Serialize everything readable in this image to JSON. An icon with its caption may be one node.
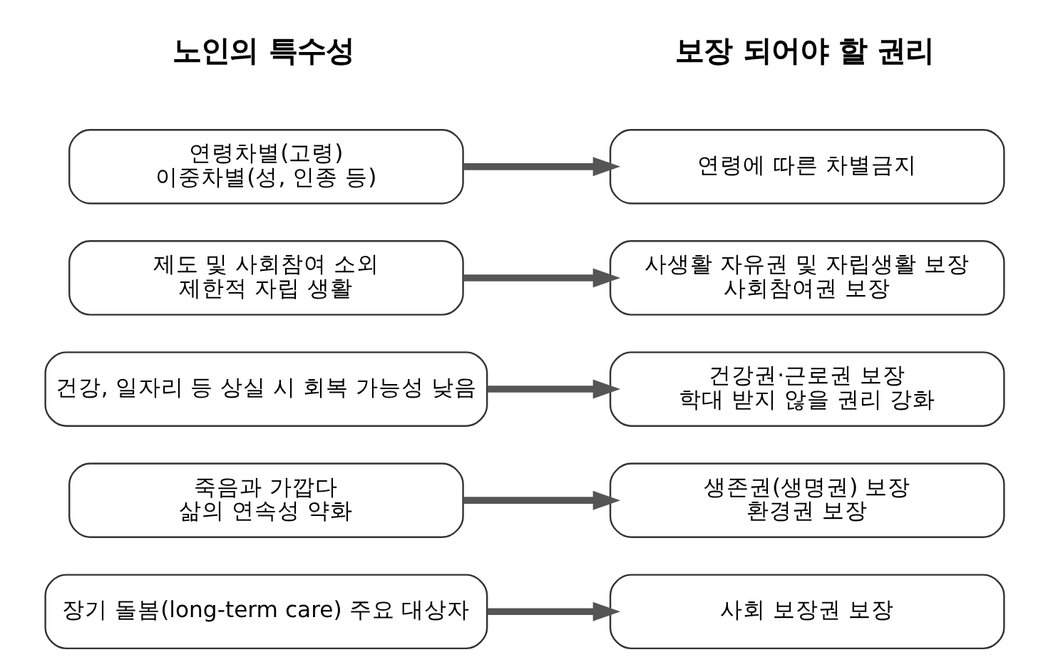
{
  "diagram": {
    "nodes": [
      {
        "text": [
          "연령차별(고령)",
          "이중차별(성, 인종 등)"
        ]
      },
      {
        "text": [
          "제도 및 사회참여 소외",
          "제한적 자립 생활"
        ]
      },
      {
        "text": [
          "건강, 일자리 등 상실 시 회복 가능성 낮음"
        ]
      },
      {
        "text": [
          "죽음과 가깝다",
          "삶의 연속성 약화"
        ]
      },
      {
        "text": [
          "장기 돌봄(long-term care) 주요 대상자"
        ]
      },
      {
        "text": [
          "연령에 따른 차별금지"
        ]
      },
      {
        "text": [
          "사생활 자유권 및 자립생활 보장",
          "사회참여권 보장"
        ]
      },
      {
        "text": [
          "건강권·근로권 보장",
          "학대 받지 않을 권리 강화"
        ]
      },
      {
        "text": [
          "생존권(생명권) 보장",
          "환경권 보장"
        ]
      },
      {
        "text": [
          "사회 보장권 보장"
        ]
      }
    ],
    "edges": [
      {
        "from": 0,
        "to": 5,
        "arrow": "to"
      },
      {
        "from": 1,
        "to": 6,
        "arrow": "to"
      },
      {
        "from": 2,
        "to": 7,
        "arrow": "to"
      },
      {
        "from": 3,
        "to": 8,
        "arrow": "to"
      },
      {
        "from": 4,
        "to": 9,
        "arrow": "to"
      }
    ],
    "labels": [
      "노인의 특수성",
      "보장 되어야 할 권리"
    ]
  }
}
